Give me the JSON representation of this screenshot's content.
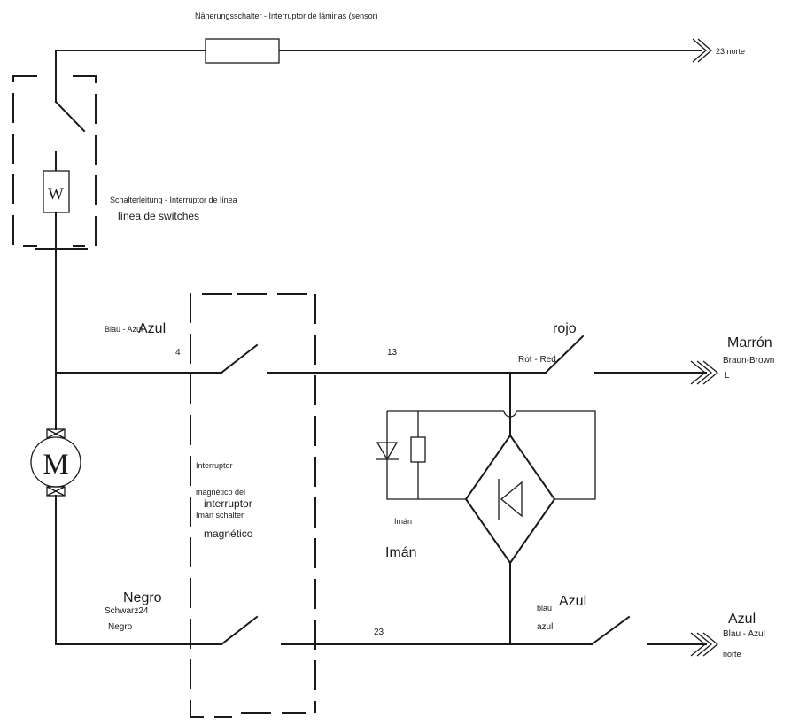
{
  "diagram": {
    "title": "Näherungsschalter - Interruptor de láminas (sensor)",
    "terminal_top": "23 norte",
    "switch_box_symbol": "W",
    "switch_line_label_1": "Schalterleitung - Interruptor de línea",
    "switch_line_label_2": "línea de switches",
    "motor_symbol": "M",
    "blue_wire_de": "Blau - Azul",
    "blue_wire_es": "Azul",
    "terminal_4": "4",
    "terminal_13": "13",
    "red_es": "rojo",
    "red_de_en": "Rot - Red",
    "brown_es": "Marrón",
    "brown_de_en": "Braun-Brown",
    "brown_code": "L",
    "reed_switch_label_1": "Interruptor",
    "reed_switch_label_2": "magnético del",
    "reed_switch_label_3": "interruptor",
    "reed_switch_label_4": "Imán schalter",
    "reed_switch_label_5": "magnético",
    "magnet_small": "Imán",
    "magnet_large": "Imán",
    "black_es": "Negro",
    "black_de": "Schwarz24",
    "black_es_small": "Negro",
    "terminal_23": "23",
    "blue_de_small": "blau",
    "blue_es_upper": "Azul",
    "blue_es_lower": "azul",
    "out_blue_es": "Azul",
    "out_blue_de": "Blau - Azul",
    "out_blue_code": "norte"
  }
}
